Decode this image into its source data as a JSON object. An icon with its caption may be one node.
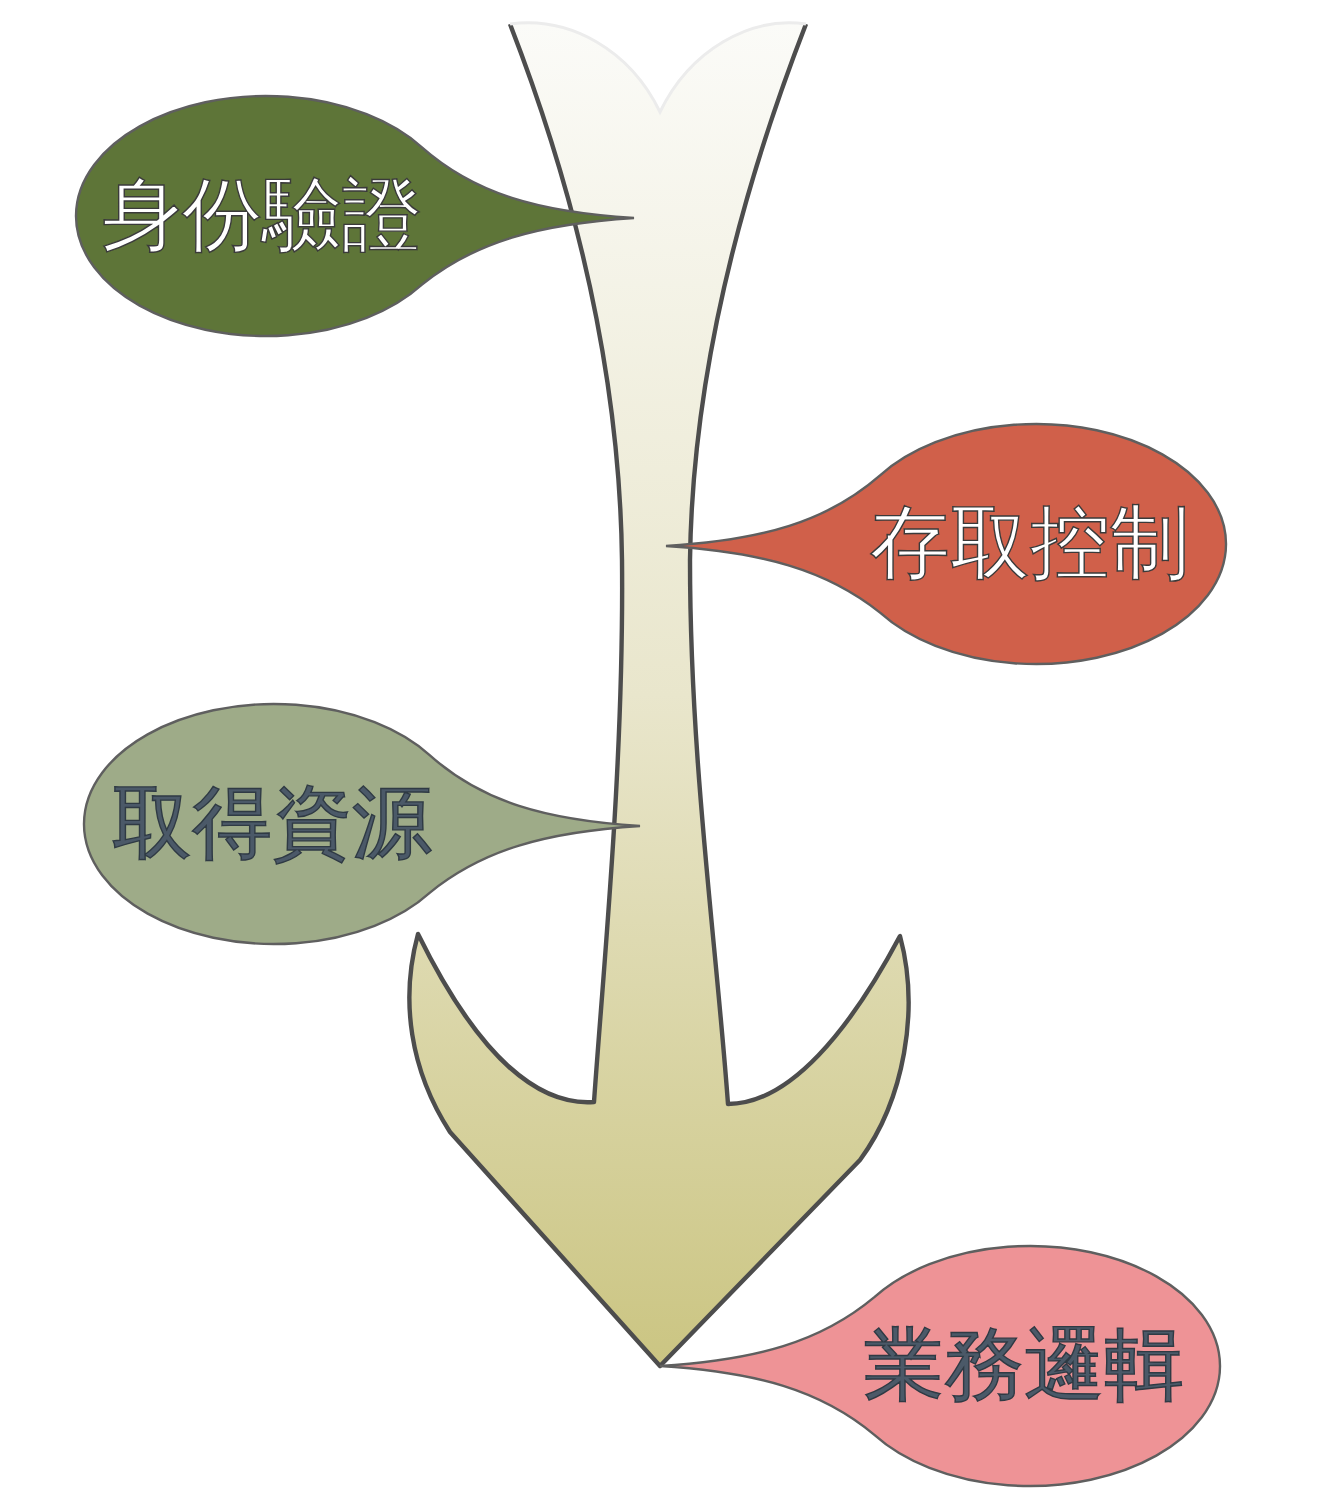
{
  "diagram": {
    "nodes": [
      {
        "text": [
          "身份驗證"
        ]
      },
      {
        "text": [
          "存取控制"
        ]
      },
      {
        "text": [
          "取得資源"
        ]
      },
      {
        "text": [
          "業務邏輯"
        ]
      }
    ]
  }
}
